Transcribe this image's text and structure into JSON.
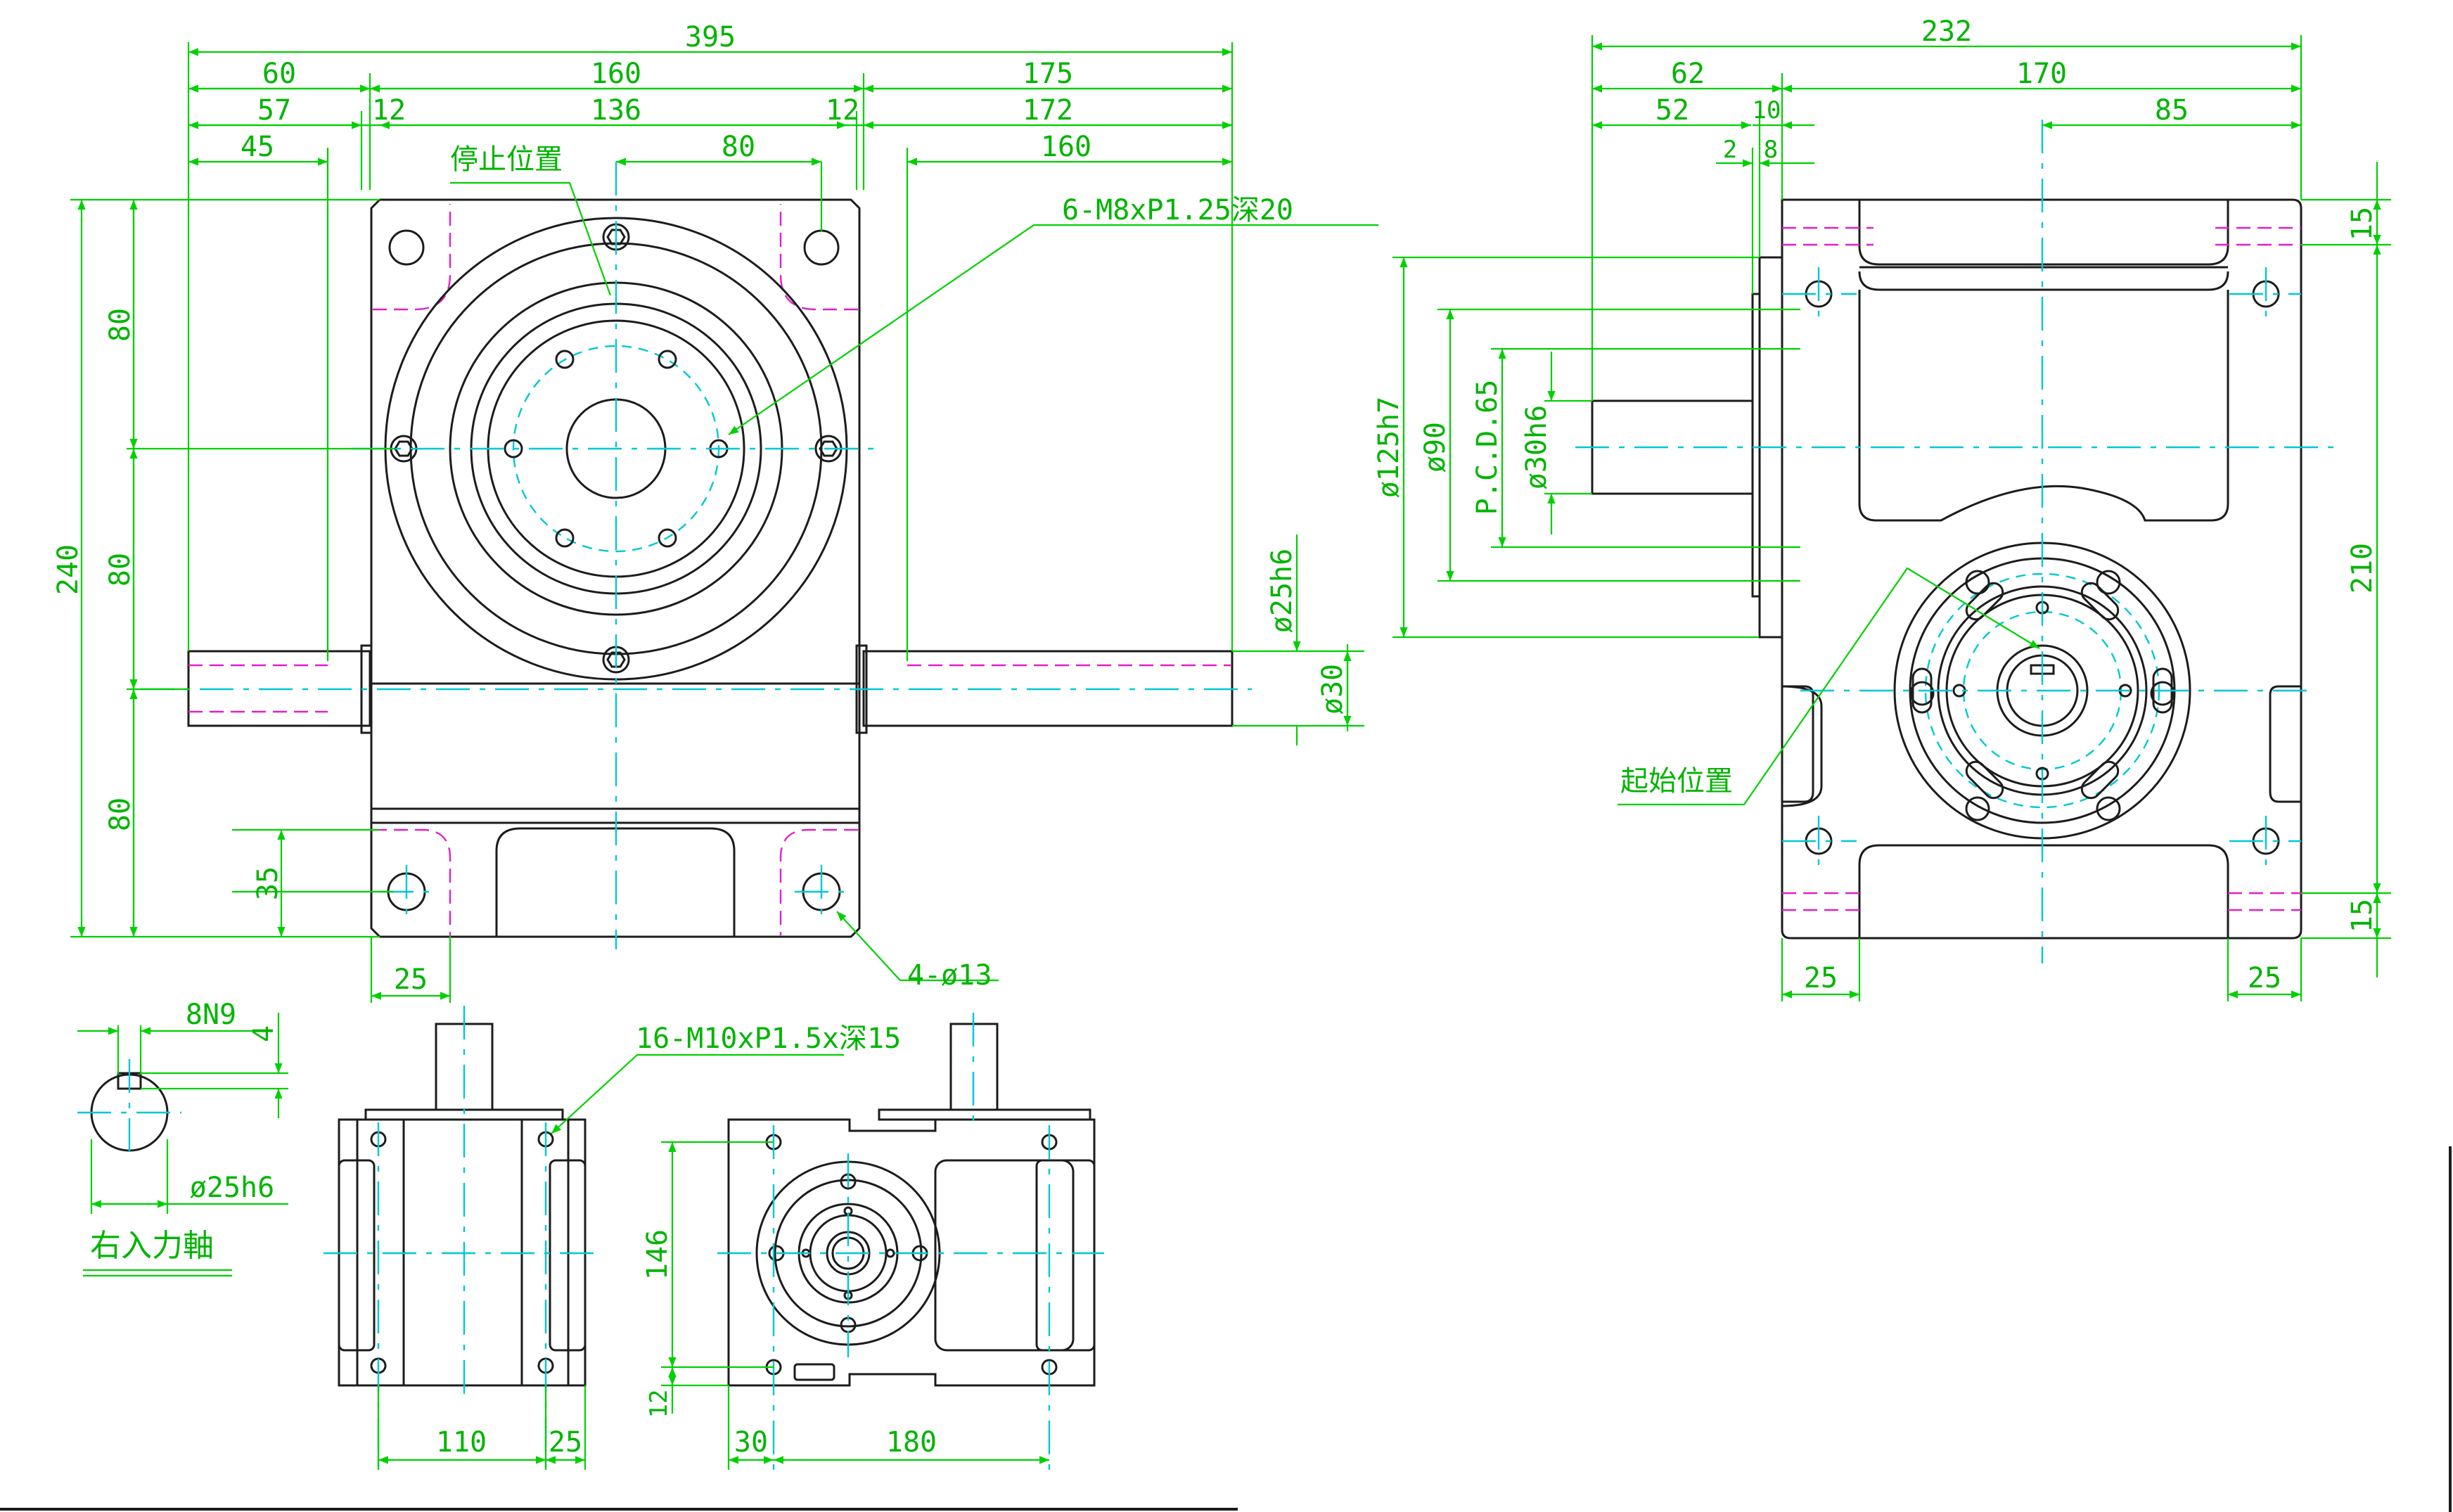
{
  "dims": {
    "top_395": "395",
    "top_60": "60",
    "top_160": "160",
    "top_175": "175",
    "top_57": "57",
    "top_12a": "12",
    "top_136": "136",
    "top_12b": "12",
    "top_172": "172",
    "top_45": "45",
    "top_80": "80",
    "top_160b": "160",
    "left_240": "240",
    "left_80a": "80",
    "left_80b": "80",
    "left_80c": "80",
    "left_35": "35",
    "bottom_25": "25",
    "shaft_d25": "ø25h6",
    "shaft_d30": "ø30",
    "r_232": "232",
    "r_62": "62",
    "r_170": "170",
    "r_52": "52",
    "r_10": "10",
    "r_85": "85",
    "r_2": "2",
    "r_8": "8",
    "r_d125": "ø125h7",
    "r_d90": "ø90",
    "r_pcd": "P.C.D.65",
    "r_d30": "ø30h6",
    "r_210": "210",
    "r_15a": "15",
    "r_15b": "15",
    "r_25a": "25",
    "r_25b": "25",
    "key_8n9": "8N9",
    "key_4": "4",
    "key_d25": "ø25h6",
    "bl_110": "110",
    "bl_25": "25",
    "bm_146": "146",
    "bm_12": "12",
    "bm_30": "30",
    "bm_180": "180"
  },
  "notes": {
    "stop_position": "停止位置",
    "start_position": "起始位置",
    "tapped_m8": "6-M8xP1.25深20",
    "holes_13": "4-ø13",
    "tapped_m10": "16-M10xP1.5x深15",
    "right_input_shaft": "右入力軸"
  },
  "colors": {
    "outline": "#1c1c1c",
    "dimension": "#00d000",
    "centerline": "#00c8d2",
    "hidden": "#e020c8"
  }
}
